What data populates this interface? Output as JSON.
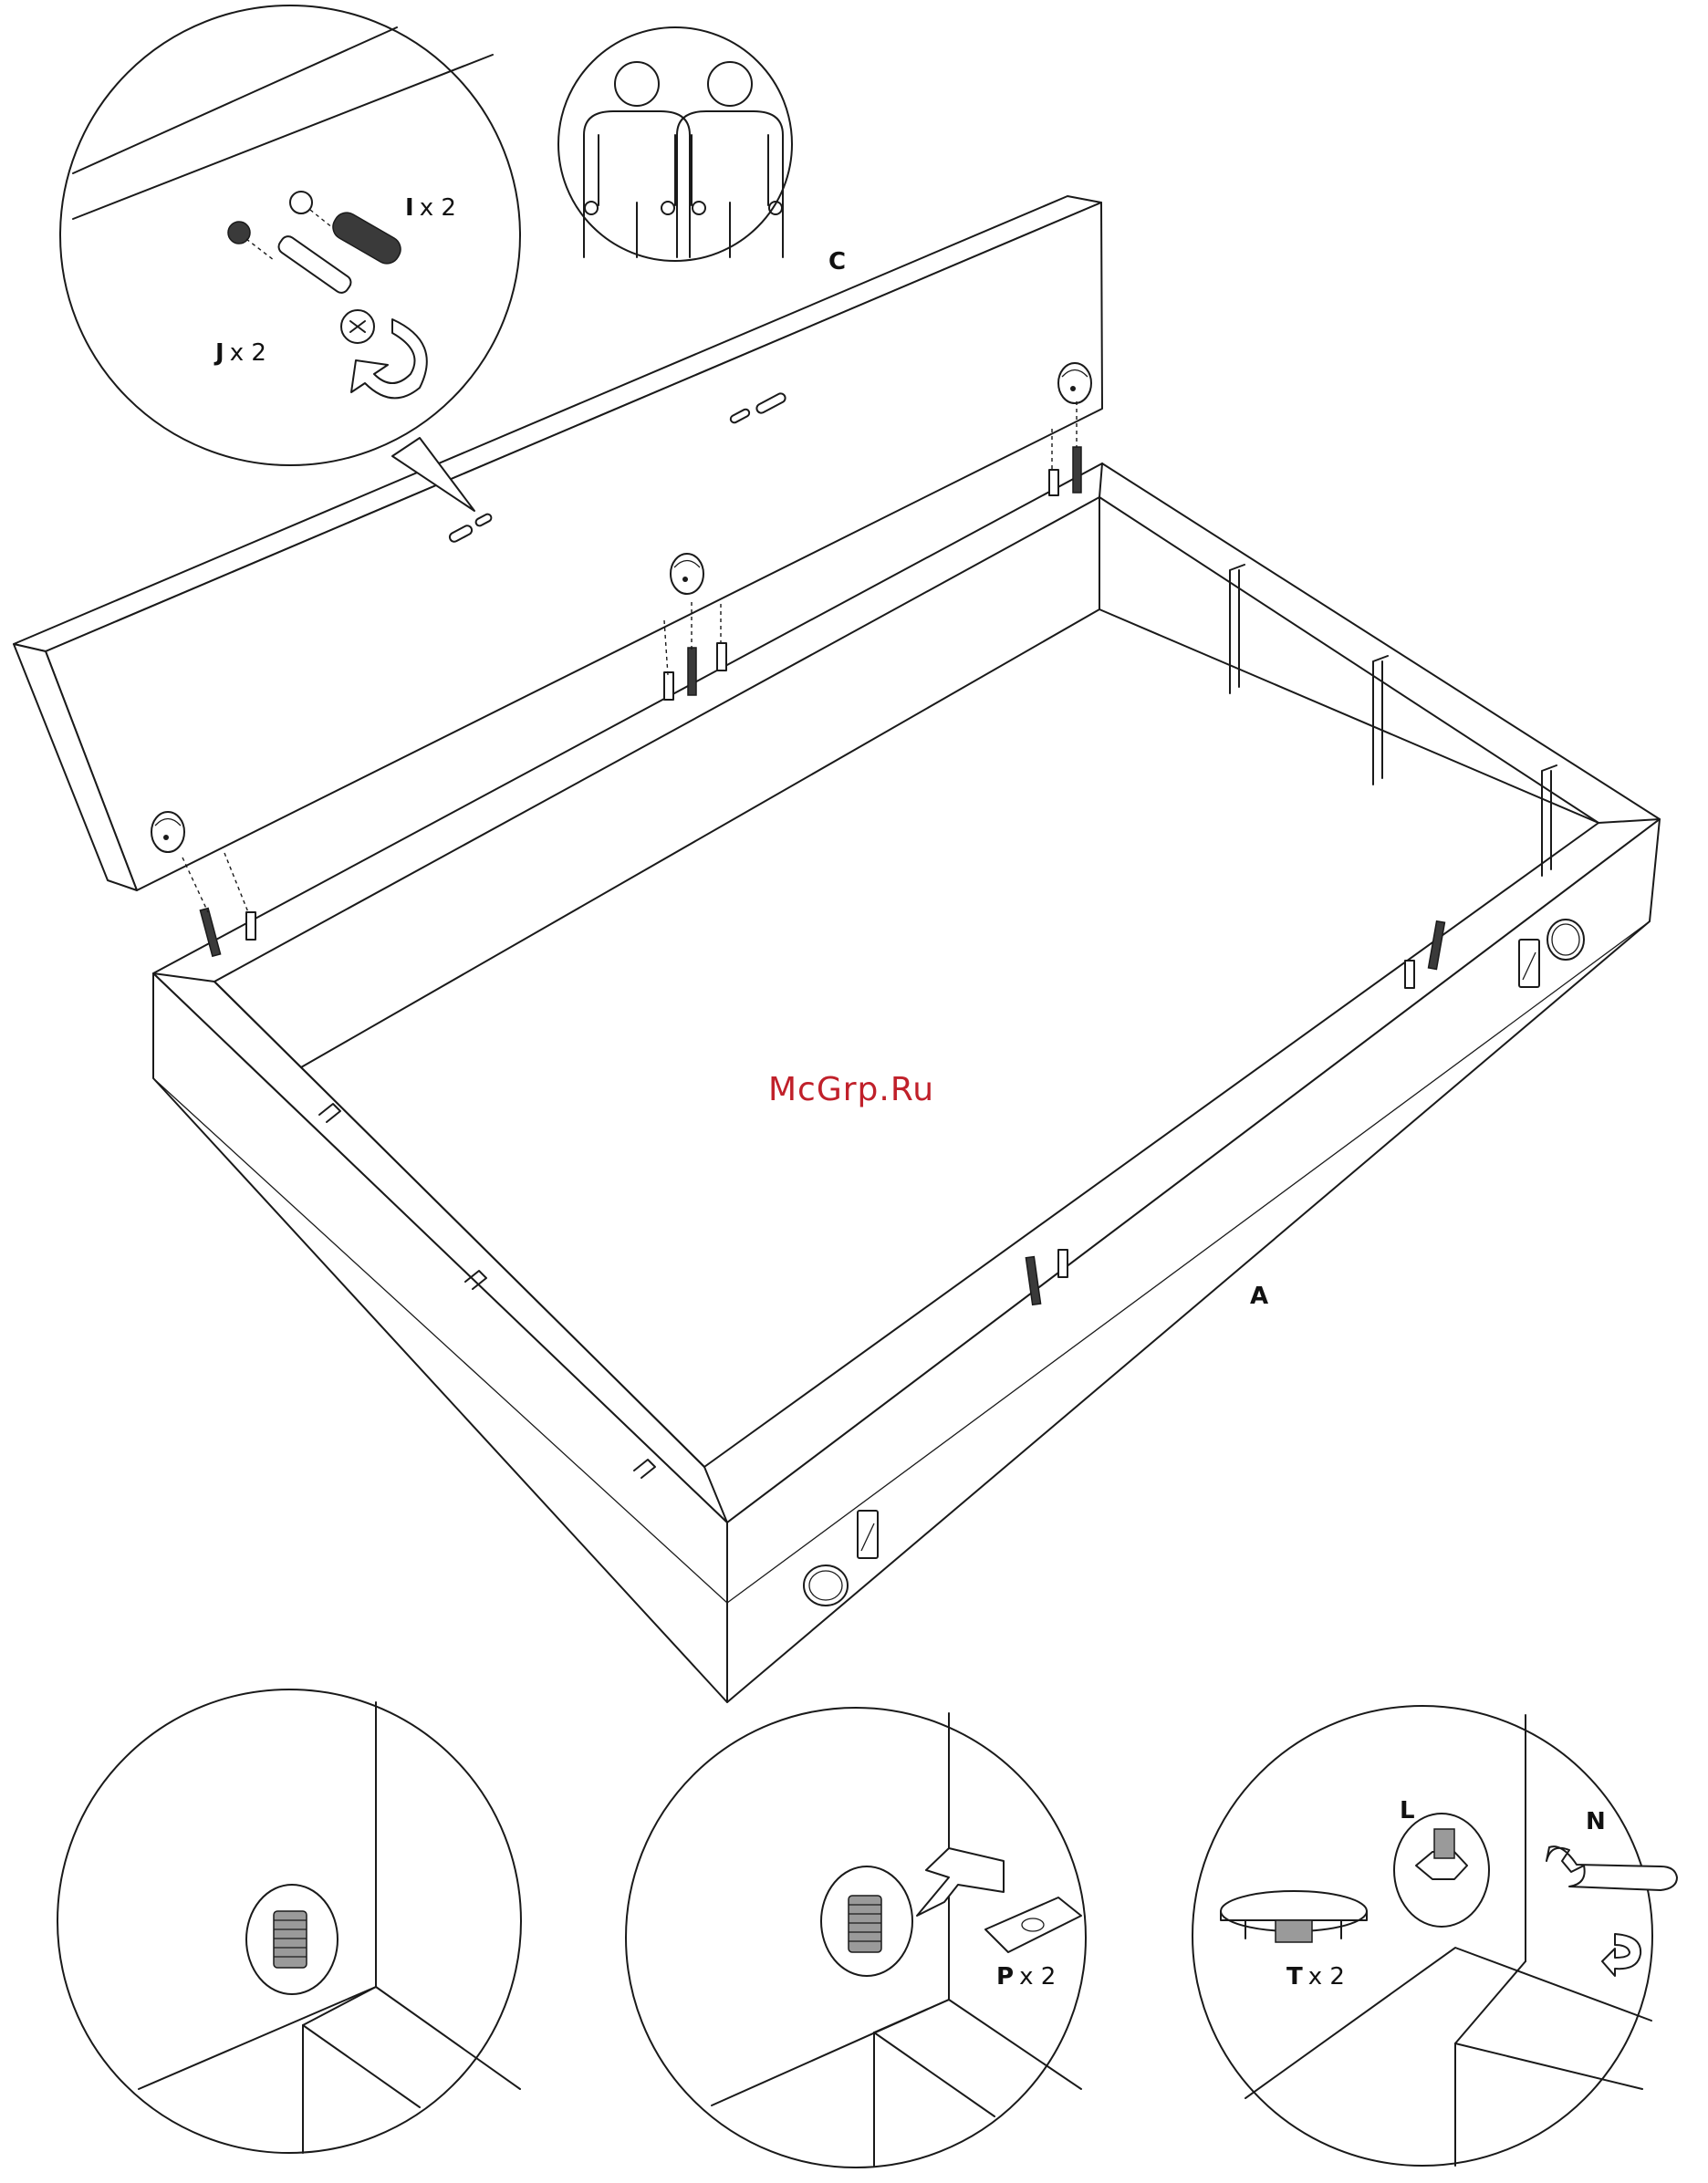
{
  "parts": {
    "panel_c": "C",
    "frame_a": "A"
  },
  "callouts": {
    "dowel": {
      "letter": "I",
      "qty": "x 2"
    },
    "connector": {
      "letter": "J",
      "qty": "x 2"
    },
    "plate": {
      "letter": "P",
      "qty": "x 2"
    },
    "cap": {
      "letter": "T",
      "qty": "x 2"
    },
    "nut": {
      "letter": "L"
    },
    "wrench": {
      "letter": "N"
    }
  },
  "persons_required": 2,
  "watermark": "McGrp.Ru",
  "colors": {
    "line": "#1a1a1a",
    "watermark": "#c0202a",
    "background": "#ffffff"
  },
  "icons": [
    "two-person-icon",
    "wrench-icon",
    "rotate-arrow-icon",
    "dowel-icon",
    "cam-bolt-icon",
    "cap-icon",
    "nut-icon"
  ]
}
